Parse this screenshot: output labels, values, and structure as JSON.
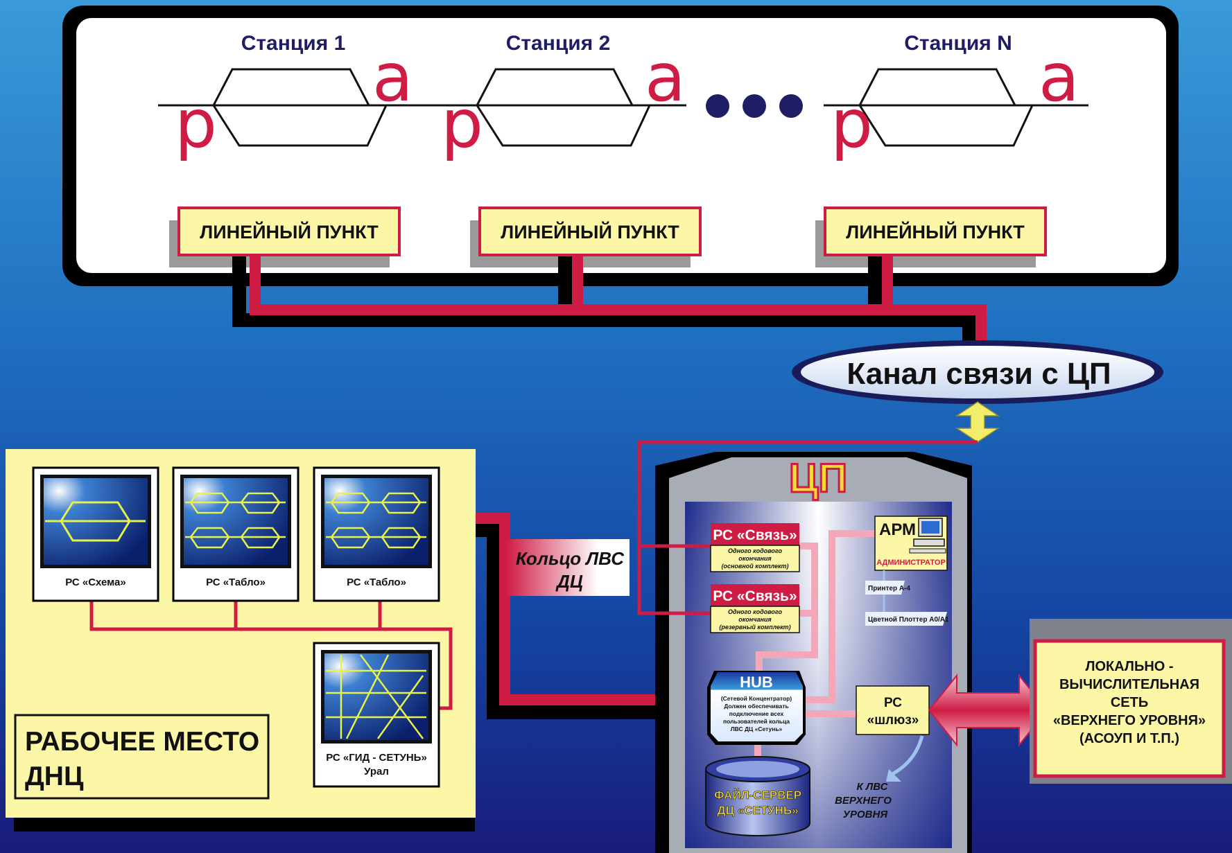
{
  "stations": [
    {
      "name": "Станция 1",
      "left_letter": "р",
      "right_letter": "а",
      "box": "ЛИНЕЙНЫЙ ПУНКТ"
    },
    {
      "name": "Станция 2",
      "left_letter": "р",
      "right_letter": "а",
      "box": "ЛИНЕЙНЫЙ ПУНКТ"
    },
    {
      "name": "Станция N",
      "left_letter": "р",
      "right_letter": "а",
      "box": "ЛИНЕЙНЫЙ ПУНКТ"
    }
  ],
  "channel": "Канал связи с ЦП",
  "workplace": {
    "title_line1": "РАБОЧЕЕ МЕСТО",
    "title_line2": "ДНЦ",
    "monitors": [
      {
        "label": "РС «Схема»"
      },
      {
        "label": "РС «Табло»"
      },
      {
        "label": "РС «Табло»"
      },
      {
        "label_line1": "РС «ГИД - СЕТУНЬ»",
        "label_line2": "Урал"
      }
    ]
  },
  "ring": {
    "line1": "Кольцо ЛВС",
    "line2": "ДЦ"
  },
  "cp": {
    "title": "ЦП",
    "svyaz": [
      {
        "title": "РС «Связь»",
        "l1": "Одного кодового",
        "l2": "окончания",
        "l3": "(основной комплект)"
      },
      {
        "title": "РС «Связь»",
        "l1": "Одного кодового",
        "l2": "окончания",
        "l3": "(резервный комплект)"
      }
    ],
    "arm": {
      "title": "АРМ",
      "sub": "АДМИНИСТРАТОР"
    },
    "printer": "Принтер А-4",
    "plotter": "Цветной Плоттер А0/А1",
    "hub": {
      "title": "HUB",
      "l1": "(Сетевой Концентратор)",
      "l2": "Должен обеспечивать",
      "l3": "подключение всех",
      "l4": "пользователей кольца",
      "l5": "ЛВС ДЦ «Сетунь»"
    },
    "gateway": {
      "l1": "РС",
      "l2": "«шлюз»"
    },
    "fileserver": {
      "l1": "ФАЙЛ-СЕРВЕР",
      "l2": "ДЦ «СЕТУНЬ»"
    },
    "upper": {
      "l1": "К  ЛВС",
      "l2": "ВЕРХНЕГО",
      "l3": "УРОВНЯ"
    }
  },
  "lan": {
    "l1": "ЛОКАЛЬНО -",
    "l2": "ВЫЧИСЛИТЕЛЬНАЯ",
    "l3": "СЕТЬ",
    "l4": "«ВЕРХНЕГО УРОВНЯ»",
    "l5": "(АСОУП И Т.П.)"
  },
  "colors": {
    "accent": "#cf1c45",
    "yellow_panel": "#fbf7a6",
    "navy": "#1f1d66",
    "monitor_line": "#e7f24a"
  }
}
